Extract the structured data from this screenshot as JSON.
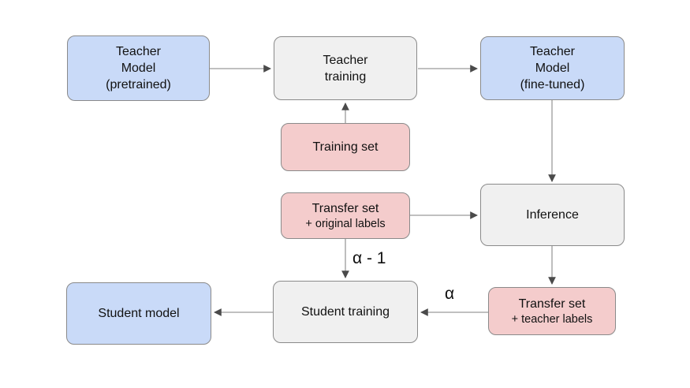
{
  "diagram": {
    "type": "flowchart",
    "topic": "teacher-student model distillation pipeline",
    "nodes": {
      "teacher_pretrained": {
        "lines": [
          "Teacher",
          "Model",
          "(pretrained)"
        ],
        "fill": "#c9daf8"
      },
      "teacher_training": {
        "lines": [
          "Teacher",
          "training"
        ],
        "fill": "#f0f0f0"
      },
      "teacher_finetuned": {
        "lines": [
          "Teacher",
          "Model",
          "(fine-tuned)"
        ],
        "fill": "#c9daf8"
      },
      "training_set": {
        "lines": [
          "Training set"
        ],
        "fill": "#f4cccc"
      },
      "transfer_original": {
        "lines": [
          "Transfer set",
          "+ original labels"
        ],
        "fill": "#f4cccc"
      },
      "inference": {
        "lines": [
          "Inference"
        ],
        "fill": "#f0f0f0"
      },
      "transfer_teacher": {
        "lines": [
          "Transfer set",
          "+ teacher labels"
        ],
        "fill": "#f4cccc"
      },
      "student_training": {
        "lines": [
          "Student training"
        ],
        "fill": "#f0f0f0"
      },
      "student_model": {
        "lines": [
          "Student model"
        ],
        "fill": "#c9daf8"
      }
    },
    "edges": [
      {
        "from": "teacher_pretrained",
        "to": "teacher_training",
        "label": ""
      },
      {
        "from": "teacher_training",
        "to": "teacher_finetuned",
        "label": ""
      },
      {
        "from": "training_set",
        "to": "teacher_training",
        "label": ""
      },
      {
        "from": "teacher_finetuned",
        "to": "inference",
        "label": ""
      },
      {
        "from": "transfer_original",
        "to": "inference",
        "label": ""
      },
      {
        "from": "transfer_original",
        "to": "student_training",
        "label": "α - 1"
      },
      {
        "from": "inference",
        "to": "transfer_teacher",
        "label": ""
      },
      {
        "from": "transfer_teacher",
        "to": "student_training",
        "label": "α"
      },
      {
        "from": "student_training",
        "to": "student_model",
        "label": ""
      }
    ],
    "edge_labels": {
      "alpha_minus_one": "α - 1",
      "alpha": "α"
    },
    "colors": {
      "blue_fill": "#c9daf8",
      "pink_fill": "#f4cccc",
      "gray_fill": "#f0f0f0",
      "node_border": "#8a8a8a",
      "arrow_line": "#9a9a9a",
      "arrow_head": "#4a4a4a",
      "text": "#111111",
      "background": "#ffffff"
    }
  }
}
